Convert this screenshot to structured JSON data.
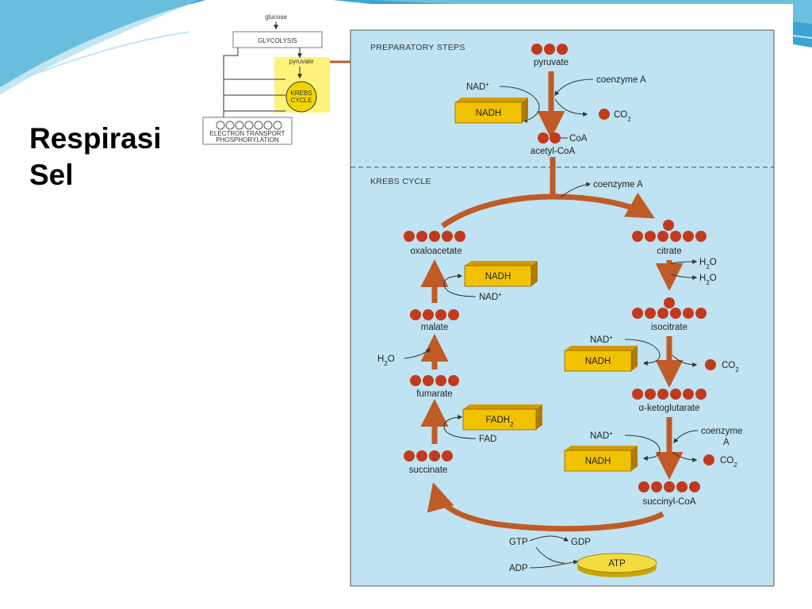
{
  "slide": {
    "title_line1": "Respirasi",
    "title_line2": "Sel"
  },
  "colors": {
    "panel": "#bfe3f2",
    "accent_teal": "#2e9fcf",
    "molecule": "#c23a1c",
    "arrow": "#c05a26",
    "box": "#f2c200",
    "highlight": "#fff27a"
  },
  "overview": {
    "glucose": "glucose",
    "glycolysis": "GLYCOLYSIS",
    "pyruvate": "pyruvate",
    "krebs_line1": "KREBS",
    "krebs_line2": "CYCLE",
    "etp_line1": "ELECTRON TRANSPORT",
    "etp_line2": "PHOSPHORYLATION"
  },
  "diagram": {
    "preparatory_header": "PREPARATORY STEPS",
    "krebs_header": "KREBS CYCLE",
    "prep": {
      "pyruvate": "pyruvate",
      "nad_plus": "NAD",
      "nadh": "NADH",
      "coenzyme_a": "coenzyme A",
      "co2": "CO",
      "coa": "CoA",
      "acetyl_coa": "acetyl-CoA"
    },
    "cycle": {
      "coenzyme_a_release": "coenzyme A",
      "citrate": "citrate",
      "h2o_in": "H",
      "h2o_out": "H",
      "isocitrate": "isocitrate",
      "nad_plus_1": "NAD",
      "nadh_1": "NADH",
      "co2_1": "CO",
      "alpha_ketoglutarate": "α-ketoglutarate",
      "nad_plus_2": "NAD",
      "coenzyme_a_in_line1": "coenzyme",
      "coenzyme_a_in_line2": "A",
      "nadh_2": "NADH",
      "co2_2": "CO",
      "succinyl_coa": "succinyl-CoA",
      "gtp": "GTP",
      "gdp": "GDP",
      "adp": "ADP",
      "atp": "ATP",
      "succinate": "succinate",
      "fad": "FAD",
      "fadh2": "FADH",
      "fumarate": "fumarate",
      "h2o_malate": "H",
      "malate": "malate",
      "nad_plus_3": "NAD",
      "nadh_3": "NADH",
      "oxaloacetate": "oxaloacetate"
    }
  }
}
